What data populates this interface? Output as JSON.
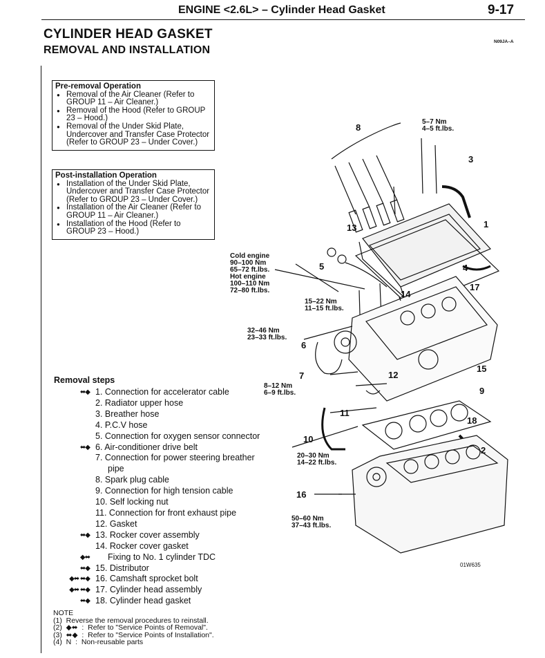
{
  "header": {
    "title": "ENGINE <2.6L> – Cylinder Head Gasket",
    "page": "9-17"
  },
  "section": {
    "title": "CYLINDER HEAD GASKET",
    "subtitle": "REMOVAL AND INSTALLATION",
    "code": "N09JA–A"
  },
  "pre_removal": {
    "heading": "Pre-removal Operation",
    "items": [
      "Removal of the Air Cleaner (Refer to GROUP 11 – Air Cleaner.)",
      "Removal of the Hood (Refer to GROUP 23 – Hood.)",
      "Removal of the Under Skid Plate, Undercover and Transfer Case Protector (Refer to GROUP 23 – Under Cover.)"
    ]
  },
  "post_installation": {
    "heading": "Post-installation Operation",
    "items": [
      "Installation of the Under Skid Plate, Undercover and Transfer Case Protector (Refer to GROUP 23 – Under Cover.)",
      "Installation of the Air Cleaner (Refer to GROUP 11 – Air Cleaner.)",
      "Installation of the Hood (Refer to GROUP 23 – Hood.)"
    ]
  },
  "removal_steps": {
    "heading": "Removal steps",
    "steps": [
      {
        "mark": "⬌◆",
        "text": "1. Connection for accelerator cable"
      },
      {
        "mark": "",
        "text": "2. Radiator upper hose"
      },
      {
        "mark": "",
        "text": "3. Breather hose"
      },
      {
        "mark": "",
        "text": "4. P.C.V hose"
      },
      {
        "mark": "",
        "text": "5. Connection for oxygen sensor connector"
      },
      {
        "mark": "⬌◆",
        "text": "6. Air-conditioner drive belt"
      },
      {
        "mark": "",
        "text": "7. Connection for power steering breather",
        "cont": "pipe"
      },
      {
        "mark": "",
        "text": "8. Spark plug cable"
      },
      {
        "mark": "",
        "text": "9. Connection for high tension cable"
      },
      {
        "mark": "",
        "text": "10. Self locking nut"
      },
      {
        "mark": "",
        "text": "11. Connection for front exhaust pipe"
      },
      {
        "mark": "",
        "text": "12. Gasket"
      },
      {
        "mark": "⬌◆",
        "text": "13. Rocker cover assembly"
      },
      {
        "mark": "",
        "text": "14. Rocker cover gasket"
      },
      {
        "mark": "◆⬌",
        "text": "Fixing to No. 1 cylinder TDC",
        "indent": true
      },
      {
        "mark": "⬌◆",
        "text": "15. Distributor"
      },
      {
        "mark": "◆⬌ ⬌◆",
        "text": "16. Camshaft sprocket bolt"
      },
      {
        "mark": "◆⬌ ⬌◆",
        "text": "17. Cylinder head assembly"
      },
      {
        "mark": "⬌◆",
        "text": "18. Cylinder head gasket"
      }
    ]
  },
  "note": {
    "heading": "NOTE",
    "lines": [
      "(1)  Reverse the removal procedures to reinstall.",
      "(2)  ◆⬌  :  Refer to \"Service Points of Removal\".",
      "(3)  ⬌◆  :  Refer to \"Service Points of Installation\".",
      "(4)  N  :  Non-reusable parts"
    ]
  },
  "figure": {
    "code": "01W635",
    "torque_labels": {
      "t1": [
        "5–7 Nm",
        "4–5 ft.lbs."
      ],
      "t2": [
        "Cold engine",
        "90–100 Nm",
        "65–72 ft.lbs.",
        "Hot engine",
        "100–110 Nm",
        "72–80 ft.lbs."
      ],
      "t3": [
        "15–22 Nm",
        "11–15 ft.lbs."
      ],
      "t4": [
        "32–46 Nm",
        "23–33 ft.lbs."
      ],
      "t5": [
        "8–12 Nm",
        "6–9 ft.lbs."
      ],
      "t6": [
        "20–30 Nm",
        "14–22 ft.lbs."
      ],
      "t7": [
        "50–60 Nm",
        "37–43 ft.lbs."
      ]
    },
    "callouts": [
      "1",
      "2",
      "3",
      "4",
      "5",
      "6",
      "7",
      "8",
      "9",
      "10",
      "11",
      "12",
      "13",
      "14",
      "15",
      "16",
      "17",
      "18"
    ]
  }
}
